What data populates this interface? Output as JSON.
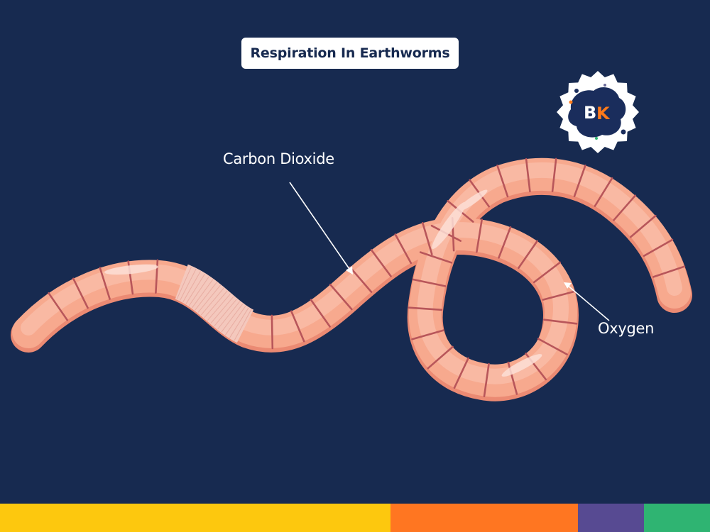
{
  "title": "Respiration In Earthworms",
  "labels": {
    "carbon_dioxide": "Carbon Dioxide",
    "oxygen": "Oxygen"
  },
  "logo": {
    "letters": "BK",
    "icon": "bk-splat-logo-icon"
  },
  "colors": {
    "background": "#172a50",
    "worm_body": "#f7a98e",
    "worm_shade": "#eb8a73",
    "worm_rings": "#b8565a",
    "worm_highlight": "#fcd6ca",
    "clitellum": "#f4c8bd",
    "logo_blue": "#1a2d5c",
    "logo_orange": "#ff7a1a",
    "bar_yellow": "#fdc80e",
    "bar_orange": "#ff7621",
    "bar_purple": "#574a92",
    "bar_green": "#2fb472"
  },
  "bottom_bar": [
    {
      "color": "#fdc80e",
      "share": 0.55
    },
    {
      "color": "#ff7621",
      "share": 0.264
    },
    {
      "color": "#574a92",
      "share": 0.093
    },
    {
      "color": "#2fb472",
      "share": 0.093
    }
  ]
}
